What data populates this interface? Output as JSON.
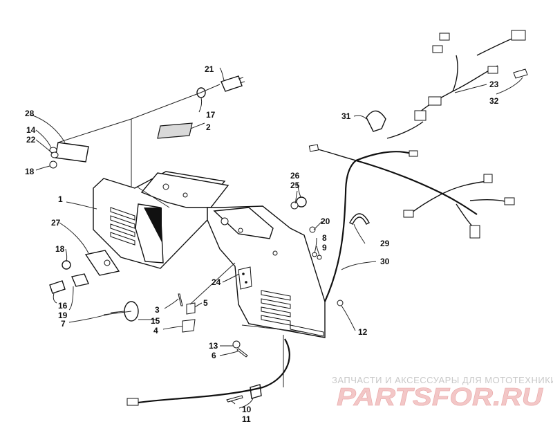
{
  "callouts": [
    {
      "id": "1",
      "label": "1"
    },
    {
      "id": "2",
      "label": "2"
    },
    {
      "id": "3",
      "label": "3"
    },
    {
      "id": "4",
      "label": "4"
    },
    {
      "id": "5",
      "label": "5"
    },
    {
      "id": "6",
      "label": "6"
    },
    {
      "id": "7",
      "label": "7"
    },
    {
      "id": "8",
      "label": "8"
    },
    {
      "id": "9",
      "label": "9"
    },
    {
      "id": "10",
      "label": "10"
    },
    {
      "id": "11",
      "label": "11"
    },
    {
      "id": "12",
      "label": "12"
    },
    {
      "id": "13",
      "label": "13"
    },
    {
      "id": "14",
      "label": "14"
    },
    {
      "id": "15",
      "label": "15"
    },
    {
      "id": "16",
      "label": "16"
    },
    {
      "id": "17",
      "label": "17"
    },
    {
      "id": "18a",
      "label": "18"
    },
    {
      "id": "18b",
      "label": "18"
    },
    {
      "id": "19",
      "label": "19"
    },
    {
      "id": "20",
      "label": "20"
    },
    {
      "id": "21",
      "label": "21"
    },
    {
      "id": "22",
      "label": "22"
    },
    {
      "id": "23",
      "label": "23"
    },
    {
      "id": "24",
      "label": "24"
    },
    {
      "id": "25",
      "label": "25"
    },
    {
      "id": "26",
      "label": "26"
    },
    {
      "id": "27",
      "label": "27"
    },
    {
      "id": "28",
      "label": "28"
    },
    {
      "id": "29",
      "label": "29"
    },
    {
      "id": "30",
      "label": "30"
    },
    {
      "id": "31",
      "label": "31"
    },
    {
      "id": "32",
      "label": "32"
    }
  ],
  "watermark": {
    "tagline": "ЗАПЧАСТИ И АКСЕССУАРЫ ДЛЯ МОТОТЕХНИКИ",
    "logo_text": "PARTSFOR.RU",
    "logo_color": "#f3c7c7",
    "tagline_color": "#c8c8c8"
  }
}
